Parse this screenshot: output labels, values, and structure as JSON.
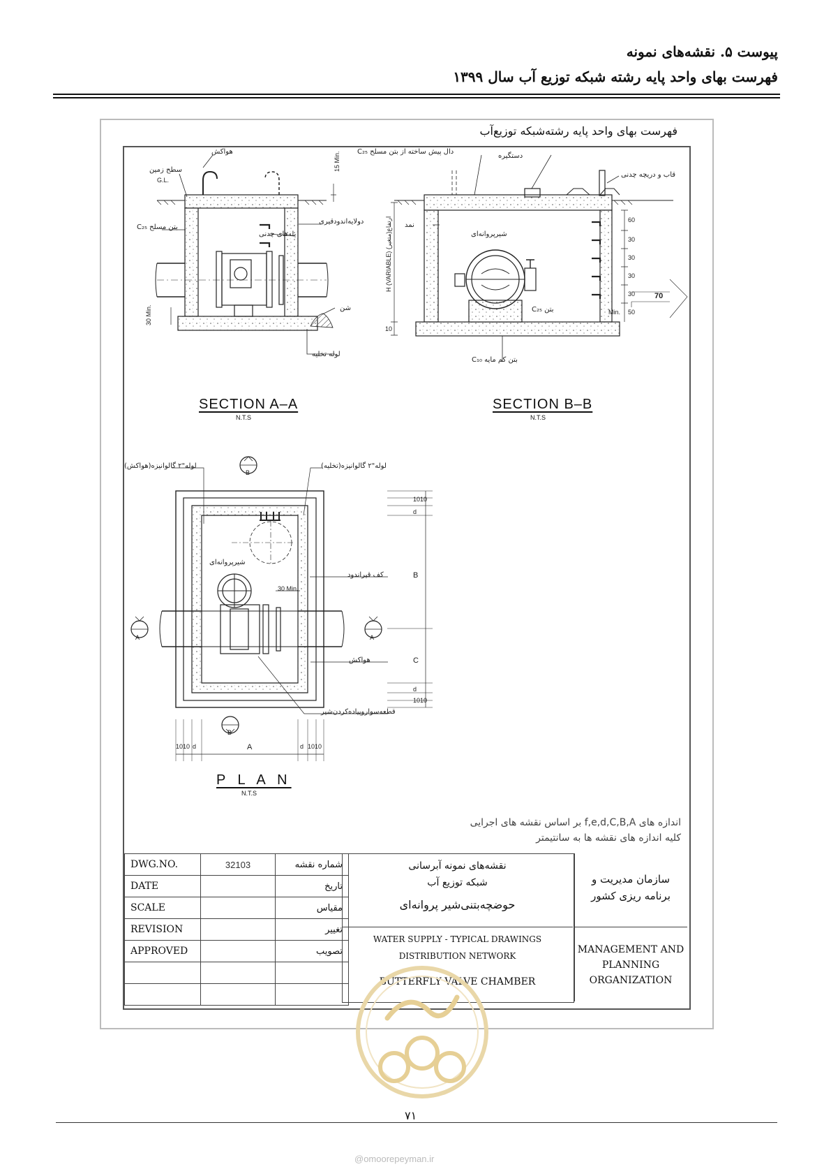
{
  "header": {
    "line1": "پیوست ۵. نقشه‌های نمونه",
    "line2": "فهرست بهای واحد پایه رشته شبکه توزیع آب سال ۱۳۹۹"
  },
  "sheet": {
    "title": "فهرست بهای واحد پایه رشته‌شبکه توزیع‌آب"
  },
  "section_aa": {
    "title": "SECTION A–A",
    "scale": "N.T.S",
    "labels": {
      "air": "هواکش",
      "ground": "سطح زمین",
      "gl": "G.L.",
      "concrete": "بتن مسلح C₂₅",
      "door": "دولایه‌اندودقیری",
      "steps": "پله‌های چدنی",
      "gravel": "شن",
      "drain": "لوله تخلیه",
      "min15": "15 Min.",
      "min30": "30 Min."
    }
  },
  "section_bb": {
    "title": "SECTION B–B",
    "scale": "N.T.S",
    "labels": {
      "slab": "دال پیش ساخته از بتن مسلح C₂₅",
      "handle": "دستگیره",
      "frame": "قاب و دریچه چدنی",
      "felt": "نمد",
      "valve": "شیرپروانه‌ای",
      "height": "H (VARIABLE) ارتفاع(متغیر)",
      "concrete_base": "بتن C₂₅",
      "lean": "بتن کم مایه C₁₀",
      "dim70": "70",
      "dims": [
        "60",
        "30",
        "30",
        "30",
        "30",
        "50"
      ],
      "min": "Min.",
      "dim10": "10"
    }
  },
  "plan": {
    "title": "P L A N",
    "scale": "N.T.S",
    "labels": {
      "pipe_air": "لوله\"۲ گالوانیزه(هواکش)",
      "pipe_drain": "لوله\"۲ گالوانیزه(تخلیه)",
      "valve": "شیرپروانه‌ای",
      "floor": "کف قیراندود",
      "air": "هواکش",
      "piece": "قطعه‌سوارو‌پیاده‌کردن‌شیر",
      "min30": "30 Min.",
      "a_marker": "A",
      "b_marker": "B",
      "dim_a": "A",
      "dim_b": "B",
      "dim_c": "C",
      "dim_d": "d",
      "dim_1010": "1010"
    }
  },
  "notes": [
    "اندازه های f,e,d,C,B,A بر اساس نقشه های اجرایی",
    "کلیه اندازه های نقشه ها به سانتیمتر"
  ],
  "title_block": {
    "rows": [
      {
        "en": "DWG.NO.",
        "value": "32103",
        "fa": "شماره نقشه"
      },
      {
        "en": "DATE",
        "value": "",
        "fa": "تاریخ"
      },
      {
        "en": "SCALE",
        "value": "",
        "fa": "مقیاس"
      },
      {
        "en": "REVISION",
        "value": "",
        "fa": "تغییر"
      },
      {
        "en": "APPROVED",
        "value": "",
        "fa": "تصویب"
      },
      {
        "en": "",
        "value": "",
        "fa": ""
      },
      {
        "en": "",
        "value": "",
        "fa": ""
      }
    ],
    "fa_title_1": "نقشه‌های نمونه آبرسانی",
    "fa_title_2": "شبکه توزیع آب",
    "fa_title_3": "حوضچه‌بتنی‌شیر پروانه‌ای",
    "en_title_1": "WATER SUPPLY - TYPICAL DRAWINGS",
    "en_title_2": "DISTRIBUTION NETWORK",
    "en_title_3": "BUTTERFLY VALVE CHAMBER",
    "org_fa_1": "سازمان مدیریت و",
    "org_fa_2": "برنامه ریزی کشور",
    "org_en_1": "MANAGEMENT AND",
    "org_en_2": "PLANNING",
    "org_en_3": "ORGANIZATION"
  },
  "footer": {
    "page": "۷۱",
    "site": "@omoorepeyman.ir"
  }
}
